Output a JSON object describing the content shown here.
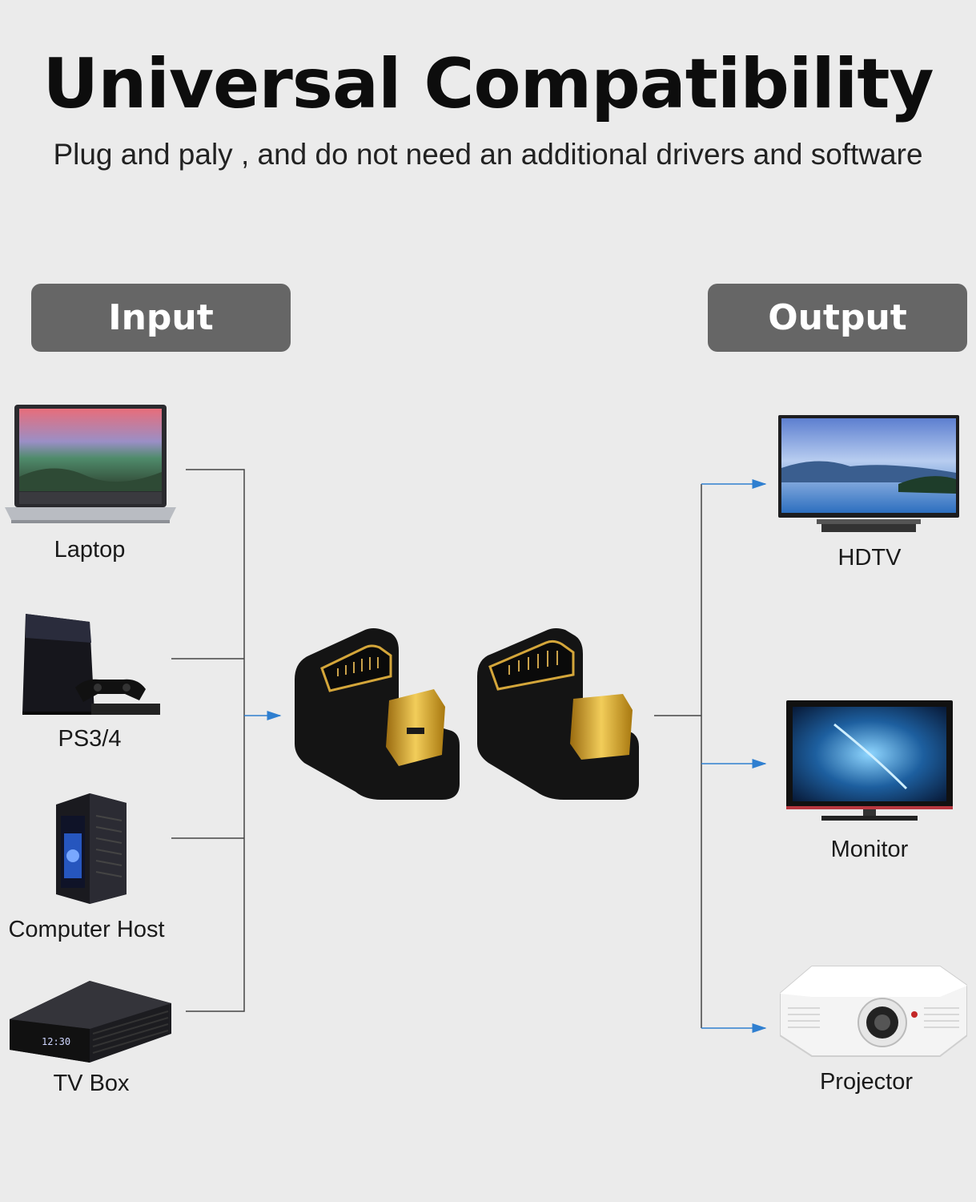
{
  "header": {
    "title": "Universal Compatibility",
    "subtitle": "Plug and paly , and do not need an additional drivers and software"
  },
  "input": {
    "heading": "Input",
    "devices": [
      {
        "label": "Laptop",
        "icon": "laptop-icon"
      },
      {
        "label": "PS3/4",
        "icon": "game-console-icon"
      },
      {
        "label": "Computer Host",
        "icon": "computer-tower-icon"
      },
      {
        "label": "TV Box",
        "icon": "tv-box-icon"
      }
    ]
  },
  "output": {
    "heading": "Output",
    "devices": [
      {
        "label": "HDTV",
        "icon": "tv-icon"
      },
      {
        "label": "Monitor",
        "icon": "monitor-icon"
      },
      {
        "label": "Projector",
        "icon": "projector-icon"
      }
    ]
  },
  "center": {
    "icon": "hdmi-u-adapter-icon"
  },
  "colors": {
    "background": "#ebebeb",
    "pill": "#666666",
    "arrow": "#2f7fd0",
    "line": "#444444"
  }
}
